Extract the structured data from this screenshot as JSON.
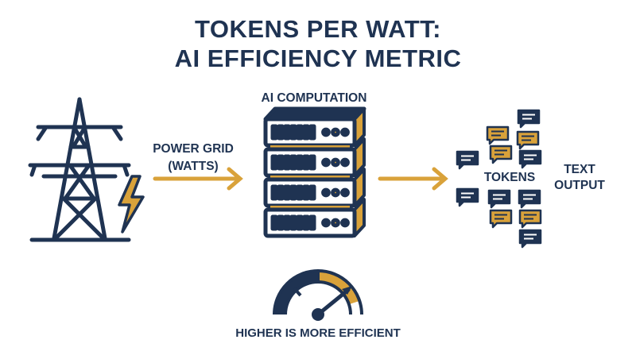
{
  "title": {
    "line1": "TOKENS PER WATT:",
    "line2": "AI EFFICIENCY METRIC"
  },
  "labels": {
    "power_grid": "POWER GRID",
    "watts": "(WATTS)",
    "ai_computation": "AI COMPUTATION",
    "tokens": "TOKENS",
    "text": "TEXT",
    "output": "OUTPUT",
    "gauge_caption": "HIGHER IS MORE EFFICIENT"
  },
  "colors": {
    "navy": "#1f3352",
    "gold": "#d9a23a",
    "white": "#ffffff"
  },
  "icons": {
    "tower": "transmission-tower-icon",
    "bolt": "lightning-bolt-icon",
    "server": "server-rack-icon",
    "token": "chat-bubble-icon",
    "gauge": "efficiency-gauge-icon"
  }
}
